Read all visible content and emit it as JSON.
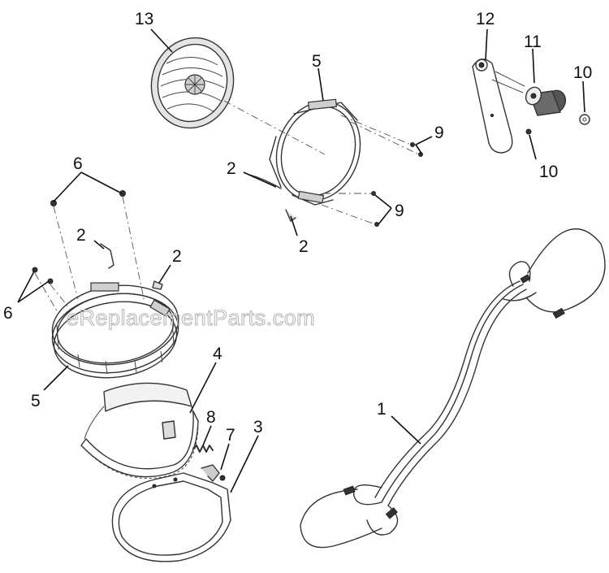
{
  "watermark": "eReplacementParts.com",
  "callouts": {
    "c1": "1",
    "c2a": "2",
    "c2b": "2",
    "c2c": "2",
    "c2d": "2",
    "c3": "3",
    "c4": "4",
    "c5a": "5",
    "c5b": "5",
    "c6a": "6",
    "c6b": "6",
    "c7": "7",
    "c8": "8",
    "c9a": "9",
    "c9b": "9",
    "c10a": "10",
    "c10b": "10",
    "c11": "11",
    "c12": "12",
    "c13": "13"
  }
}
